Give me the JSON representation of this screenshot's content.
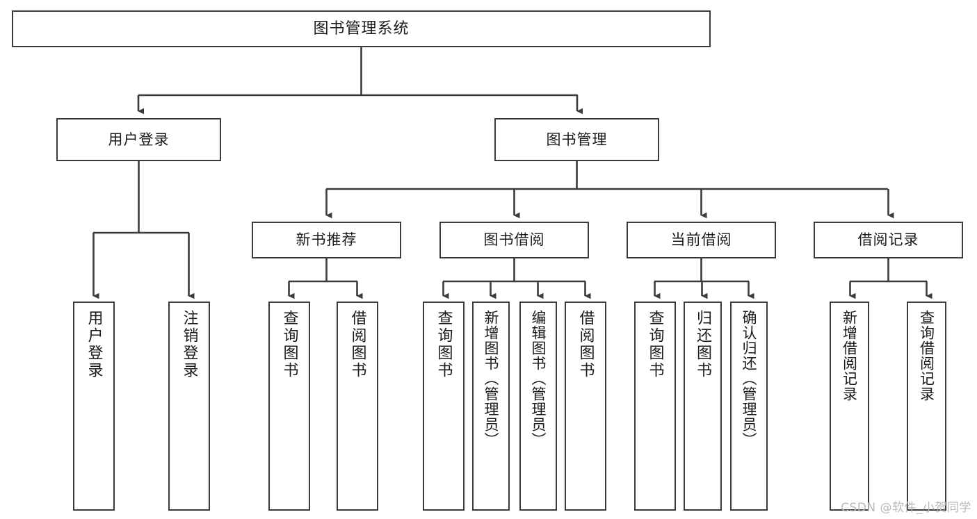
{
  "diagram": {
    "title": "图书管理系统",
    "type": "tree-hierarchy-chart",
    "root": {
      "label": "图书管理系统"
    },
    "level2": [
      {
        "label": "用户登录"
      },
      {
        "label": "图书管理"
      }
    ],
    "level3": [
      {
        "label": "新书推荐"
      },
      {
        "label": "图书借阅"
      },
      {
        "label": "当前借阅"
      },
      {
        "label": "借阅记录"
      }
    ],
    "leaves": {
      "user_login": [
        {
          "label": "用户登录"
        },
        {
          "label": "注销登录"
        }
      ],
      "new_book_recommend": [
        {
          "label": "查询图书"
        },
        {
          "label": "借阅图书"
        }
      ],
      "book_borrow": [
        {
          "label": "查询图书"
        },
        {
          "label": "新增图书（管理员）"
        },
        {
          "label": "编辑图书（管理员）"
        },
        {
          "label": "借阅图书"
        }
      ],
      "current_borrow": [
        {
          "label": "查询图书"
        },
        {
          "label": "归还图书"
        },
        {
          "label": "确认归还（管理员）"
        }
      ],
      "borrow_record": [
        {
          "label": "新增借阅记录"
        },
        {
          "label": "查询借阅记录"
        }
      ]
    }
  },
  "watermark": {
    "text": "CSDN @软件_小贺同学"
  },
  "colors": {
    "border": "#3b3b3b",
    "background": "#ffffff",
    "text": "#1a1a1a",
    "watermark": "#b9b9b9"
  }
}
